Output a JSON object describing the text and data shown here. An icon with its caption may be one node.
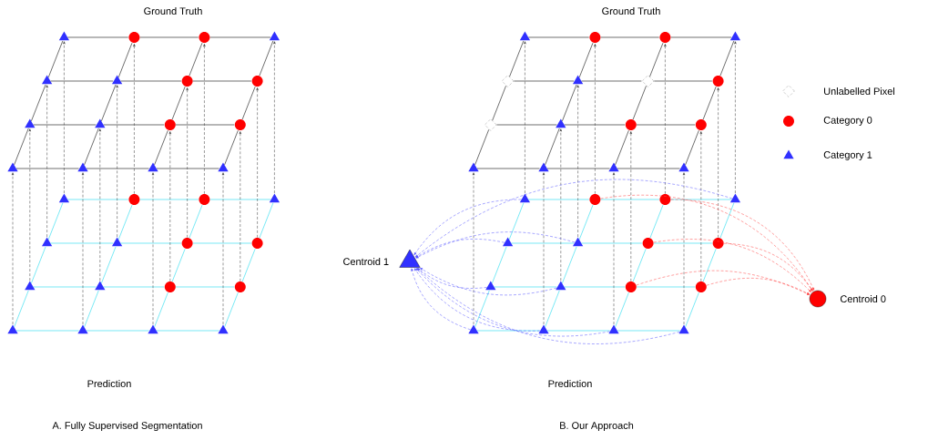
{
  "diagram": {
    "nodes": [
      {
        "text": [],
        "shape": "triangle"
      },
      {
        "text": [],
        "shape": "circle"
      },
      {
        "text": [],
        "shape": "circle"
      },
      {
        "text": [],
        "shape": "triangle"
      },
      {
        "text": [],
        "shape": "triangle"
      },
      {
        "text": [],
        "shape": "triangle"
      },
      {
        "text": [],
        "shape": "circle"
      },
      {
        "text": [],
        "shape": "circle"
      },
      {
        "text": [],
        "shape": "triangle"
      },
      {
        "text": [],
        "shape": "triangle"
      },
      {
        "text": [],
        "shape": "circle"
      },
      {
        "text": [],
        "shape": "circle"
      },
      {
        "text": [],
        "shape": "triangle"
      },
      {
        "text": [],
        "shape": "triangle"
      },
      {
        "text": [],
        "shape": "triangle"
      },
      {
        "text": [],
        "shape": "triangle"
      },
      {
        "text": [],
        "shape": "triangle"
      },
      {
        "text": [],
        "shape": "circle"
      },
      {
        "text": [],
        "shape": "circle"
      },
      {
        "text": [],
        "shape": "triangle"
      },
      {
        "text": [],
        "shape": "triangle"
      },
      {
        "text": [],
        "shape": "triangle"
      },
      {
        "text": [],
        "shape": "circle"
      },
      {
        "text": [],
        "shape": "circle"
      },
      {
        "text": [],
        "shape": "triangle"
      },
      {
        "text": [],
        "shape": "triangle"
      },
      {
        "text": [],
        "shape": "circle"
      },
      {
        "text": [],
        "shape": "circle"
      },
      {
        "text": [],
        "shape": "triangle"
      },
      {
        "text": [],
        "shape": "triangle"
      },
      {
        "text": [],
        "shape": "triangle"
      },
      {
        "text": [],
        "shape": "triangle"
      },
      {
        "text": [],
        "shape": "triangle"
      },
      {
        "text": [],
        "shape": "circle"
      },
      {
        "text": [],
        "shape": "circle"
      },
      {
        "text": [],
        "shape": "triangle"
      },
      {
        "text": [],
        "shape": "diamond"
      },
      {
        "text": [],
        "shape": "triangle"
      },
      {
        "text": [],
        "shape": "diamond"
      },
      {
        "text": [],
        "shape": "circle"
      },
      {
        "text": [],
        "shape": "diamond"
      },
      {
        "text": [],
        "shape": "triangle"
      },
      {
        "text": [],
        "shape": "circle"
      },
      {
        "text": [],
        "shape": "circle"
      },
      {
        "text": [],
        "shape": "triangle"
      },
      {
        "text": [],
        "shape": "triangle"
      },
      {
        "text": [],
        "shape": "triangle"
      },
      {
        "text": [],
        "shape": "triangle"
      },
      {
        "text": [],
        "shape": "triangle"
      },
      {
        "text": [],
        "shape": "circle"
      },
      {
        "text": [],
        "shape": "circle"
      },
      {
        "text": [],
        "shape": "triangle"
      },
      {
        "text": [],
        "shape": "triangle"
      },
      {
        "text": [],
        "shape": "triangle"
      },
      {
        "text": [],
        "shape": "circle"
      },
      {
        "text": [],
        "shape": "circle"
      },
      {
        "text": [],
        "shape": "triangle"
      },
      {
        "text": [],
        "shape": "triangle"
      },
      {
        "text": [],
        "shape": "circle"
      },
      {
        "text": [],
        "shape": "circle"
      },
      {
        "text": [],
        "shape": "triangle"
      },
      {
        "text": [],
        "shape": "triangle"
      },
      {
        "text": [],
        "shape": "triangle"
      },
      {
        "text": [],
        "shape": "triangle"
      },
      {
        "text": [],
        "shape": "triangle",
        "beside": [
          "Centroid 1"
        ]
      },
      {
        "text": [],
        "shape": "circle",
        "beside": [
          "Centroid 0"
        ]
      }
    ],
    "edges": [
      {
        "from": 0,
        "to": 1,
        "arrow": "none"
      },
      {
        "from": 1,
        "to": 2,
        "arrow": "none"
      },
      {
        "from": 2,
        "to": 3,
        "arrow": "none"
      },
      {
        "from": 4,
        "to": 5,
        "arrow": "none"
      },
      {
        "from": 5,
        "to": 6,
        "arrow": "none"
      },
      {
        "from": 6,
        "to": 7,
        "arrow": "none"
      },
      {
        "from": 8,
        "to": 9,
        "arrow": "none"
      },
      {
        "from": 9,
        "to": 10,
        "arrow": "none"
      },
      {
        "from": 10,
        "to": 11,
        "arrow": "none"
      },
      {
        "from": 12,
        "to": 13,
        "arrow": "none"
      },
      {
        "from": 13,
        "to": 14,
        "arrow": "none"
      },
      {
        "from": 14,
        "to": 15,
        "arrow": "none"
      },
      {
        "from": 4,
        "to": 0,
        "arrow": "none"
      },
      {
        "from": 5,
        "to": 1,
        "arrow": "none"
      },
      {
        "from": 6,
        "to": 2,
        "arrow": "none"
      },
      {
        "from": 7,
        "to": 3,
        "arrow": "none"
      },
      {
        "from": 8,
        "to": 4,
        "arrow": "none"
      },
      {
        "from": 9,
        "to": 5,
        "arrow": "none"
      },
      {
        "from": 10,
        "to": 6,
        "arrow": "none"
      },
      {
        "from": 11,
        "to": 7,
        "arrow": "none"
      },
      {
        "from": 12,
        "to": 8,
        "arrow": "none"
      },
      {
        "from": 13,
        "to": 9,
        "arrow": "none"
      },
      {
        "from": 14,
        "to": 10,
        "arrow": "none"
      },
      {
        "from": 15,
        "to": 11,
        "arrow": "none"
      },
      {
        "from": 16,
        "to": 17,
        "arrow": "none",
        "color": "#40e0f0"
      },
      {
        "from": 17,
        "to": 18,
        "arrow": "none",
        "color": "#40e0f0"
      },
      {
        "from": 18,
        "to": 19,
        "arrow": "none",
        "color": "#40e0f0"
      },
      {
        "from": 20,
        "to": 21,
        "arrow": "none",
        "color": "#40e0f0"
      },
      {
        "from": 21,
        "to": 22,
        "arrow": "none",
        "color": "#40e0f0"
      },
      {
        "from": 22,
        "to": 23,
        "arrow": "none",
        "color": "#40e0f0"
      },
      {
        "from": 24,
        "to": 25,
        "arrow": "none",
        "color": "#40e0f0"
      },
      {
        "from": 25,
        "to": 26,
        "arrow": "none",
        "color": "#40e0f0"
      },
      {
        "from": 26,
        "to": 27,
        "arrow": "none",
        "color": "#40e0f0"
      },
      {
        "from": 28,
        "to": 29,
        "arrow": "none",
        "color": "#40e0f0"
      },
      {
        "from": 29,
        "to": 30,
        "arrow": "none",
        "color": "#40e0f0"
      },
      {
        "from": 30,
        "to": 31,
        "arrow": "none",
        "color": "#40e0f0"
      },
      {
        "from": 20,
        "to": 16,
        "arrow": "none",
        "color": "#40e0f0"
      },
      {
        "from": 21,
        "to": 17,
        "arrow": "none",
        "color": "#40e0f0"
      },
      {
        "from": 22,
        "to": 18,
        "arrow": "none",
        "color": "#40e0f0"
      },
      {
        "from": 23,
        "to": 19,
        "arrow": "none",
        "color": "#40e0f0"
      },
      {
        "from": 24,
        "to": 20,
        "arrow": "none",
        "color": "#40e0f0"
      },
      {
        "from": 25,
        "to": 21,
        "arrow": "none",
        "color": "#40e0f0"
      },
      {
        "from": 26,
        "to": 22,
        "arrow": "none",
        "color": "#40e0f0"
      },
      {
        "from": 27,
        "to": 23,
        "arrow": "none",
        "color": "#40e0f0"
      },
      {
        "from": 28,
        "to": 24,
        "arrow": "none",
        "color": "#40e0f0"
      },
      {
        "from": 29,
        "to": 25,
        "arrow": "none",
        "color": "#40e0f0"
      },
      {
        "from": 30,
        "to": 26,
        "arrow": "none",
        "color": "#40e0f0"
      },
      {
        "from": 31,
        "to": 27,
        "arrow": "none",
        "color": "#40e0f0"
      },
      {
        "from": 16,
        "to": 0,
        "arrow": "to",
        "style": "dashed"
      },
      {
        "from": 17,
        "to": 1,
        "arrow": "to",
        "style": "dashed"
      },
      {
        "from": 18,
        "to": 2,
        "arrow": "to",
        "style": "dashed"
      },
      {
        "from": 19,
        "to": 3,
        "arrow": "to",
        "style": "dashed"
      },
      {
        "from": 20,
        "to": 4,
        "arrow": "to",
        "style": "dashed"
      },
      {
        "from": 21,
        "to": 5,
        "arrow": "to",
        "style": "dashed"
      },
      {
        "from": 22,
        "to": 6,
        "arrow": "to",
        "style": "dashed"
      },
      {
        "from": 23,
        "to": 7,
        "arrow": "to",
        "style": "dashed"
      },
      {
        "from": 24,
        "to": 8,
        "arrow": "to",
        "style": "dashed"
      },
      {
        "from": 25,
        "to": 9,
        "arrow": "to",
        "style": "dashed"
      },
      {
        "from": 26,
        "to": 10,
        "arrow": "to",
        "style": "dashed"
      },
      {
        "from": 27,
        "to": 11,
        "arrow": "to",
        "style": "dashed"
      },
      {
        "from": 28,
        "to": 12,
        "arrow": "to",
        "style": "dashed"
      },
      {
        "from": 29,
        "to": 13,
        "arrow": "to",
        "style": "dashed"
      },
      {
        "from": 30,
        "to": 14,
        "arrow": "to",
        "style": "dashed"
      },
      {
        "from": 31,
        "to": 15,
        "arrow": "to",
        "style": "dashed"
      },
      {
        "from": 32,
        "to": 33,
        "arrow": "none"
      },
      {
        "from": 33,
        "to": 34,
        "arrow": "none"
      },
      {
        "from": 34,
        "to": 35,
        "arrow": "none"
      },
      {
        "from": 36,
        "to": 37,
        "arrow": "none"
      },
      {
        "from": 37,
        "to": 38,
        "arrow": "none"
      },
      {
        "from": 38,
        "to": 39,
        "arrow": "none"
      },
      {
        "from": 40,
        "to": 41,
        "arrow": "none"
      },
      {
        "from": 41,
        "to": 42,
        "arrow": "none"
      },
      {
        "from": 42,
        "to": 43,
        "arrow": "none"
      },
      {
        "from": 44,
        "to": 45,
        "arrow": "none"
      },
      {
        "from": 45,
        "to": 46,
        "arrow": "none"
      },
      {
        "from": 46,
        "to": 47,
        "arrow": "none"
      },
      {
        "from": 36,
        "to": 32,
        "arrow": "none"
      },
      {
        "from": 37,
        "to": 33,
        "arrow": "none"
      },
      {
        "from": 38,
        "to": 34,
        "arrow": "none"
      },
      {
        "from": 39,
        "to": 35,
        "arrow": "none"
      },
      {
        "from": 40,
        "to": 36,
        "arrow": "none"
      },
      {
        "from": 41,
        "to": 37,
        "arrow": "none"
      },
      {
        "from": 42,
        "to": 38,
        "arrow": "none"
      },
      {
        "from": 43,
        "to": 39,
        "arrow": "none"
      },
      {
        "from": 44,
        "to": 40,
        "arrow": "none"
      },
      {
        "from": 45,
        "to": 41,
        "arrow": "none"
      },
      {
        "from": 46,
        "to": 42,
        "arrow": "none"
      },
      {
        "from": 47,
        "to": 43,
        "arrow": "none"
      },
      {
        "from": 48,
        "to": 49,
        "arrow": "none",
        "color": "#40e0f0"
      },
      {
        "from": 49,
        "to": 50,
        "arrow": "none",
        "color": "#40e0f0"
      },
      {
        "from": 50,
        "to": 51,
        "arrow": "none",
        "color": "#40e0f0"
      },
      {
        "from": 52,
        "to": 53,
        "arrow": "none",
        "color": "#40e0f0"
      },
      {
        "from": 53,
        "to": 54,
        "arrow": "none",
        "color": "#40e0f0"
      },
      {
        "from": 54,
        "to": 55,
        "arrow": "none",
        "color": "#40e0f0"
      },
      {
        "from": 56,
        "to": 57,
        "arrow": "none",
        "color": "#40e0f0"
      },
      {
        "from": 57,
        "to": 58,
        "arrow": "none",
        "color": "#40e0f0"
      },
      {
        "from": 58,
        "to": 59,
        "arrow": "none",
        "color": "#40e0f0"
      },
      {
        "from": 60,
        "to": 61,
        "arrow": "none",
        "color": "#40e0f0"
      },
      {
        "from": 61,
        "to": 62,
        "arrow": "none",
        "color": "#40e0f0"
      },
      {
        "from": 62,
        "to": 63,
        "arrow": "none",
        "color": "#40e0f0"
      },
      {
        "from": 52,
        "to": 48,
        "arrow": "none",
        "color": "#40e0f0"
      },
      {
        "from": 53,
        "to": 49,
        "arrow": "none",
        "color": "#40e0f0"
      },
      {
        "from": 54,
        "to": 50,
        "arrow": "none",
        "color": "#40e0f0"
      },
      {
        "from": 55,
        "to": 51,
        "arrow": "none",
        "color": "#40e0f0"
      },
      {
        "from": 56,
        "to": 52,
        "arrow": "none",
        "color": "#40e0f0"
      },
      {
        "from": 57,
        "to": 53,
        "arrow": "none",
        "color": "#40e0f0"
      },
      {
        "from": 58,
        "to": 54,
        "arrow": "none",
        "color": "#40e0f0"
      },
      {
        "from": 59,
        "to": 55,
        "arrow": "none",
        "color": "#40e0f0"
      },
      {
        "from": 60,
        "to": 56,
        "arrow": "none",
        "color": "#40e0f0"
      },
      {
        "from": 61,
        "to": 57,
        "arrow": "none",
        "color": "#40e0f0"
      },
      {
        "from": 62,
        "to": 58,
        "arrow": "none",
        "color": "#40e0f0"
      },
      {
        "from": 63,
        "to": 59,
        "arrow": "none",
        "color": "#40e0f0"
      },
      {
        "from": 48,
        "to": 32,
        "arrow": "to",
        "style": "dashed"
      },
      {
        "from": 49,
        "to": 33,
        "arrow": "to",
        "style": "dashed"
      },
      {
        "from": 50,
        "to": 34,
        "arrow": "to",
        "style": "dashed"
      },
      {
        "from": 51,
        "to": 35,
        "arrow": "to",
        "style": "dashed"
      },
      {
        "from": 53,
        "to": 37,
        "arrow": "to",
        "style": "dashed"
      },
      {
        "from": 55,
        "to": 39,
        "arrow": "to",
        "style": "dashed"
      },
      {
        "from": 57,
        "to": 41,
        "arrow": "to",
        "style": "dashed"
      },
      {
        "from": 58,
        "to": 42,
        "arrow": "to",
        "style": "dashed"
      },
      {
        "from": 59,
        "to": 43,
        "arrow": "to",
        "style": "dashed"
      },
      {
        "from": 60,
        "to": 44,
        "arrow": "to",
        "style": "dashed"
      },
      {
        "from": 61,
        "to": 45,
        "arrow": "to",
        "style": "dashed"
      },
      {
        "from": 62,
        "to": 46,
        "arrow": "to",
        "style": "dashed"
      },
      {
        "from": 63,
        "to": 47,
        "arrow": "to",
        "style": "dashed"
      },
      {
        "from": 48,
        "to": 64,
        "arrow": "to",
        "style": "dashed",
        "color": "#5050ff"
      },
      {
        "from": 51,
        "to": 64,
        "arrow": "to",
        "style": "dashed",
        "color": "#5050ff"
      },
      {
        "from": 52,
        "to": 64,
        "arrow": "to",
        "style": "dashed",
        "color": "#5050ff"
      },
      {
        "from": 53,
        "to": 64,
        "arrow": "to",
        "style": "dashed",
        "color": "#5050ff"
      },
      {
        "from": 56,
        "to": 64,
        "arrow": "to",
        "style": "dashed",
        "color": "#5050ff"
      },
      {
        "from": 57,
        "to": 64,
        "arrow": "to",
        "style": "dashed",
        "color": "#5050ff"
      },
      {
        "from": 60,
        "to": 64,
        "arrow": "to",
        "style": "dashed",
        "color": "#5050ff"
      },
      {
        "from": 61,
        "to": 64,
        "arrow": "to",
        "style": "dashed",
        "color": "#5050ff"
      },
      {
        "from": 62,
        "to": 64,
        "arrow": "to",
        "style": "dashed",
        "color": "#5050ff"
      },
      {
        "from": 63,
        "to": 64,
        "arrow": "to",
        "style": "dashed",
        "color": "#5050ff"
      },
      {
        "from": 49,
        "to": 65,
        "arrow": "to",
        "style": "dashed",
        "color": "#ff4040"
      },
      {
        "from": 50,
        "to": 65,
        "arrow": "to",
        "style": "dashed",
        "color": "#ff4040"
      },
      {
        "from": 54,
        "to": 65,
        "arrow": "to",
        "style": "dashed",
        "color": "#ff4040"
      },
      {
        "from": 55,
        "to": 65,
        "arrow": "to",
        "style": "dashed",
        "color": "#ff4040"
      },
      {
        "from": 58,
        "to": 65,
        "arrow": "to",
        "style": "dashed",
        "color": "#ff4040"
      },
      {
        "from": 59,
        "to": 65,
        "arrow": "to",
        "style": "dashed",
        "color": "#ff4040"
      }
    ],
    "labels": [
      "Ground Truth",
      "Ground Truth",
      "Prediction",
      "Prediction",
      "A. Fully Supervised Segmentation",
      "B. Our Approach"
    ],
    "legend": [
      {
        "text": "Unlabelled Pixel"
      },
      {
        "text": "Category 0"
      },
      {
        "text": "Category 1"
      }
    ]
  }
}
